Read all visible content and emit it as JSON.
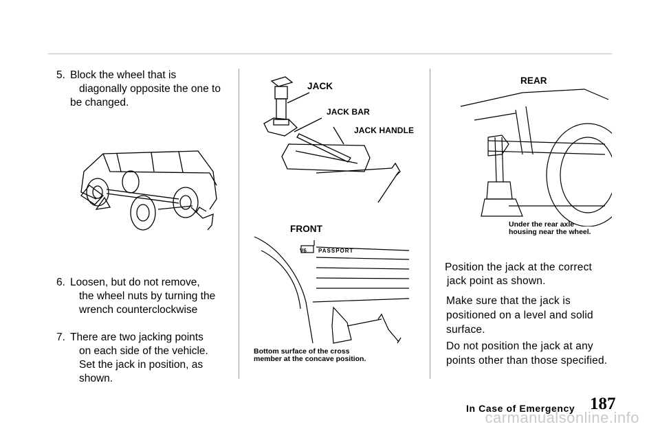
{
  "step5": {
    "num": "5.",
    "lines": [
      "Block the wheel that is",
      "diagonally opposite the one to",
      "be changed."
    ]
  },
  "step6": {
    "num": "6.",
    "lines": [
      "Loosen, but do not remove,",
      "the wheel nuts by turning the",
      "wrench counterclockwise"
    ]
  },
  "step7": {
    "num": "7.",
    "lines": [
      "There are two jacking points",
      "on each side of the vehicle.",
      "Set the jack in position, as",
      "shown."
    ]
  },
  "labels": {
    "jack": "JACK",
    "jack_bar": "JACK BAR",
    "jack_handle": "JACK HANDLE",
    "front": "FRONT",
    "rear": "REAR",
    "v6": "V6",
    "passport": "PASSPORT"
  },
  "captions": {
    "front_line1": "Bottom surface of the cross",
    "front_line2": "member at the concave position.",
    "rear_line1": "Under the rear axle",
    "rear_line2": "housing near the wheel."
  },
  "right_text": {
    "p1": [
      "Position the jack at the correct",
      "jack point as shown."
    ],
    "p2": [
      "Make sure that the jack is",
      "positioned on a level and solid",
      "surface."
    ],
    "p3": [
      "Do not position the jack at any",
      "points other than those specified."
    ]
  },
  "footer": {
    "section": "In Case of Emergency",
    "page": "187"
  },
  "watermark": "carmanualsonline.info"
}
